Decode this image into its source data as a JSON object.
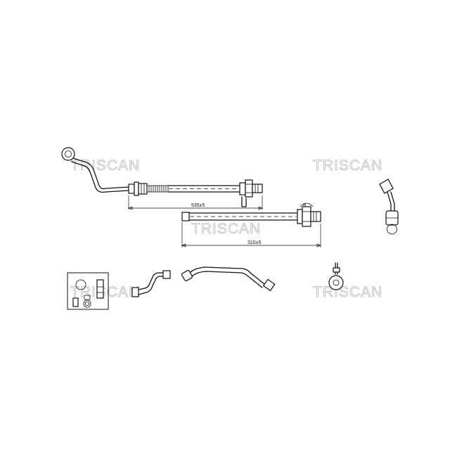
{
  "watermark": "TRISCAN",
  "dimensions": {
    "upper_length": "535±5",
    "lower_length": "310±5",
    "lower_marker": "ø"
  },
  "colors": {
    "line": "#111111",
    "watermark": "#b9b9b9",
    "background": "#ffffff"
  }
}
